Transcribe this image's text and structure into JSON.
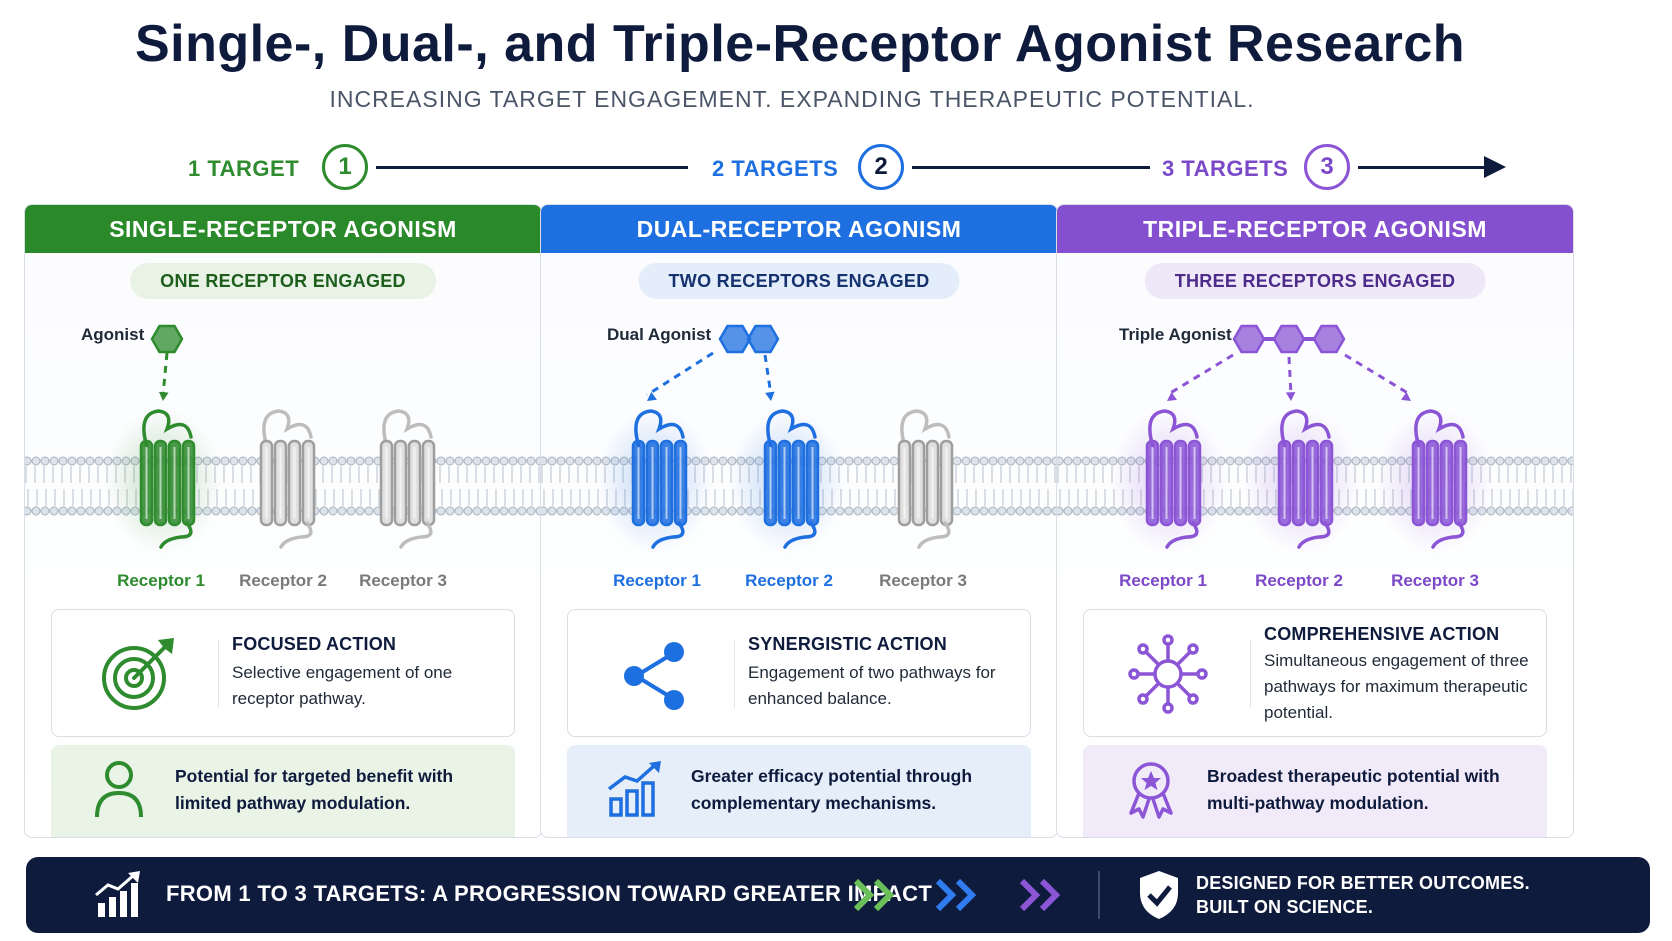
{
  "title": "Single-, Dual-, and Triple-Receptor Agonist Research",
  "subtitle": "INCREASING TARGET ENGAGEMENT. EXPANDING THERAPEUTIC POTENTIAL.",
  "colors": {
    "green": "#2e8b2e",
    "blue": "#1e6fe0",
    "purple": "#8b55d6",
    "navy": "#0f1b3d",
    "gray": "#bdbdbd"
  },
  "progress": [
    {
      "label": "1 TARGET",
      "number": "1"
    },
    {
      "label": "2 TARGETS",
      "number": "2"
    },
    {
      "label": "3 TARGETS",
      "number": "3"
    }
  ],
  "panels": [
    {
      "header": "SINGLE-RECEPTOR AGONISM",
      "pill": "ONE RECEPTOR ENGAGED",
      "agonist_label": "Agonist",
      "receptors": [
        "Receptor 1",
        "Receptor 2",
        "Receptor 3"
      ],
      "action_title": "FOCUSED ACTION",
      "action_desc": "Selective engagement of one receptor pathway.",
      "benefit": "Potential for targeted benefit with limited pathway modulation.",
      "action_icon": "target-icon",
      "benefit_icon": "person-icon"
    },
    {
      "header": "DUAL-RECEPTOR AGONISM",
      "pill": "TWO RECEPTORS ENGAGED",
      "agonist_label": "Dual Agonist",
      "receptors": [
        "Receptor 1",
        "Receptor 2",
        "Receptor 3"
      ],
      "action_title": "SYNERGISTIC ACTION",
      "action_desc": "Engagement of two pathways for enhanced balance.",
      "benefit": "Greater efficacy potential through complementary mechanisms.",
      "action_icon": "share-nodes-icon",
      "benefit_icon": "growth-chart-icon"
    },
    {
      "header": "TRIPLE-RECEPTOR AGONISM",
      "pill": "THREE RECEPTORS ENGAGED",
      "agonist_label": "Triple Agonist",
      "receptors": [
        "Receptor 1",
        "Receptor 2",
        "Receptor 3"
      ],
      "action_title": "COMPREHENSIVE ACTION",
      "action_desc": "Simultaneous engagement of three pathways for maximum therapeutic potential.",
      "benefit": "Broadest therapeutic potential with multi-pathway modulation.",
      "action_icon": "network-hub-icon",
      "benefit_icon": "award-badge-icon"
    }
  ],
  "footer": {
    "text": "FROM 1 TO 3 TARGETS: A PROGRESSION TOWARD GREATER IMPACT",
    "right_line1": "DESIGNED FOR BETTER OUTCOMES.",
    "right_line2": "BUILT ON SCIENCE."
  }
}
